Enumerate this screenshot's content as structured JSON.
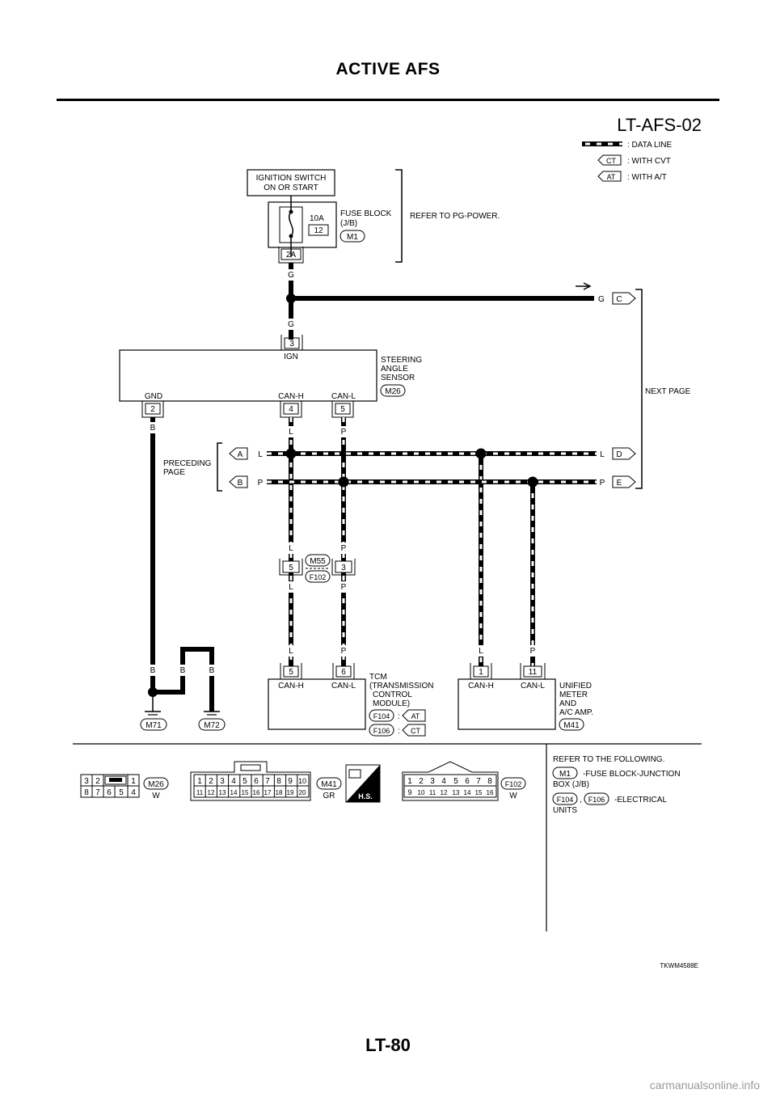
{
  "header": {
    "title": "ACTIVE AFS"
  },
  "footer": {
    "page": "LT-80",
    "watermark": "carmanualsonline.info"
  },
  "diagram": {
    "id": "LT-AFS-02",
    "legend": {
      "data_line": ": DATA LINE",
      "with_cvt": ": WITH CVT",
      "with_at": ": WITH A/T",
      "ct_tag": "CT",
      "at_tag": "AT"
    },
    "ignition": {
      "line1": "IGNITION SWITCH",
      "line2": "ON OR START"
    },
    "fuse": {
      "amp": "10A",
      "num": "12",
      "label1": "FUSE BLOCK",
      "label2": "(J/B)",
      "conn": "M1",
      "term": "2A"
    },
    "refer_power": "REFER TO PG-POWER.",
    "wire_g": "G",
    "steering": {
      "ign_term": "3",
      "ign": "IGN",
      "l1": "STEERING",
      "l2": "ANGLE",
      "l3": "SENSOR",
      "conn": "M26",
      "gnd": "GND",
      "canh": "CAN-H",
      "canl": "CAN-L",
      "t_gnd": "2",
      "t_canh": "4",
      "t_canl": "5"
    },
    "next_page": "NEXT PAGE",
    "preceding": {
      "l1": "PRECEDING",
      "l2": "PAGE"
    },
    "tags": {
      "a": "A",
      "b": "B",
      "c": "C",
      "d": "D",
      "e": "E"
    },
    "wires": {
      "l": "L",
      "p": "P",
      "b": "B"
    },
    "joint": {
      "conn1": "M55",
      "conn2": "F102",
      "t_l": "5",
      "t_p": "3"
    },
    "tcm": {
      "l1": "TCM",
      "l2": "(TRANSMISSION",
      "l3": "CONTROL",
      "l4": "MODULE)",
      "canh": "CAN-H",
      "canl": "CAN-L",
      "t_h": "5",
      "t_l": "6",
      "conn1": "F104",
      "conn2": "F106",
      "colon": ":"
    },
    "meter": {
      "l1": "UNIFIED",
      "l2": "METER",
      "l3": "AND",
      "l4": "A/C AMP.",
      "canh": "CAN-H",
      "canl": "CAN-L",
      "t_h": "1",
      "t_l": "11",
      "conn": "M41"
    },
    "grounds": {
      "g1": "M71",
      "g2": "M72"
    },
    "code": "TKWM4588E"
  },
  "connectors": {
    "m26": {
      "top": [
        "3",
        "2",
        "1"
      ],
      "bottom": [
        "8",
        "7",
        "6",
        "5",
        "4"
      ],
      "name": "M26",
      "color": "W"
    },
    "m41": {
      "top": [
        "1",
        "2",
        "3",
        "4",
        "5",
        "6",
        "7",
        "8",
        "9",
        "10"
      ],
      "bottom": [
        "11",
        "12",
        "13",
        "14",
        "15",
        "16",
        "17",
        "18",
        "19",
        "20"
      ],
      "name": "M41",
      "color": "GR"
    },
    "hs": "H.S.",
    "f102": {
      "top": [
        "1",
        "2",
        "3",
        "4",
        "5",
        "6",
        "7",
        "8"
      ],
      "bottom": [
        "9",
        "10",
        "11",
        "12",
        "13",
        "14",
        "15",
        "16"
      ],
      "name": "F102",
      "color": "W"
    }
  },
  "refer": {
    "title": "REFER TO THE FOLLOWING.",
    "m1": "M1",
    "m1_text1": "-FUSE BLOCK-JUNCTION",
    "m1_text2": "BOX (J/B)",
    "f104": "F104",
    "comma": ",",
    "f106": "F106",
    "f_text1": "-ELECTRICAL",
    "f_text2": "UNITS"
  }
}
